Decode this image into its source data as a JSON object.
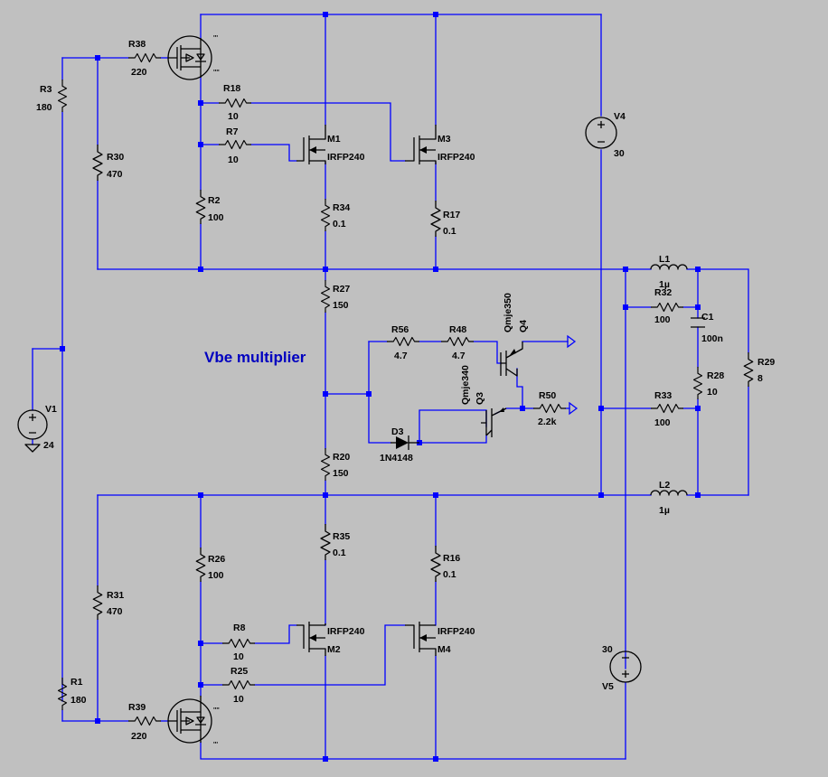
{
  "schematic": {
    "components": {
      "R38": {
        "name": "R38",
        "value": "220"
      },
      "R3": {
        "name": "R3",
        "value": "180"
      },
      "R18": {
        "name": "R18",
        "value": "10"
      },
      "R7": {
        "name": "R7",
        "value": "10"
      },
      "R30": {
        "name": "R30",
        "value": "470"
      },
      "R2": {
        "name": "R2",
        "value": "100"
      },
      "R34": {
        "name": "R34",
        "value": "0.1"
      },
      "R17": {
        "name": "R17",
        "value": "0.1"
      },
      "M1": {
        "name": "M1",
        "value": "IRFP240"
      },
      "M3": {
        "name": "M3",
        "value": "IRFP240"
      },
      "V4": {
        "name": "V4",
        "value": "30"
      },
      "L1": {
        "name": "L1",
        "value": "1µ"
      },
      "R32": {
        "name": "R32",
        "value": "100"
      },
      "C1": {
        "name": "C1",
        "value": "100n"
      },
      "R29": {
        "name": "R29",
        "value": "8"
      },
      "R28": {
        "name": "R28",
        "value": "10"
      },
      "R27": {
        "name": "R27",
        "value": "150"
      },
      "R56": {
        "name": "R56",
        "value": "4.7"
      },
      "R48": {
        "name": "R48",
        "value": "4.7"
      },
      "Q4": {
        "name": "Q4",
        "value": "Qmje350"
      },
      "Q3": {
        "name": "Q3",
        "value": "Qmje340"
      },
      "R50": {
        "name": "R50",
        "value": "2.2k"
      },
      "R33": {
        "name": "R33",
        "value": "100"
      },
      "D3": {
        "name": "D3",
        "value": "1N4148"
      },
      "R20": {
        "name": "R20",
        "value": "150"
      },
      "V1": {
        "name": "V1",
        "value": "24"
      },
      "L2": {
        "name": "L2",
        "value": "1µ"
      },
      "R26": {
        "name": "R26",
        "value": "100"
      },
      "R35": {
        "name": "R35",
        "value": "0.1"
      },
      "R16": {
        "name": "R16",
        "value": "0.1"
      },
      "R31": {
        "name": "R31",
        "value": "470"
      },
      "R8": {
        "name": "R8",
        "value": "10"
      },
      "R25": {
        "name": "R25",
        "value": "10"
      },
      "M2": {
        "name": "M2",
        "value": "IRFP240"
      },
      "M4": {
        "name": "M4",
        "value": "IRFP240"
      },
      "V5": {
        "name": "V5",
        "value": "30"
      },
      "R1": {
        "name": "R1",
        "value": "180"
      },
      "R39": {
        "name": "R39",
        "value": "220"
      }
    },
    "annotation": "Vbe multiplier"
  }
}
